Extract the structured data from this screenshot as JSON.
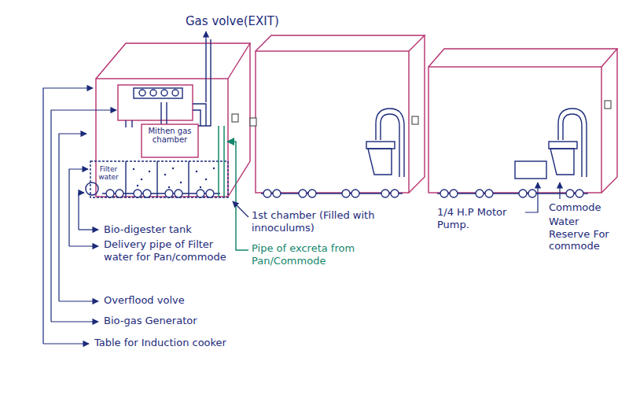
{
  "diagram": {
    "nodes": [
      {
        "text": [
          "Mithen gas chamber"
        ]
      },
      {
        "text": [
          "Filter water"
        ]
      }
    ],
    "labels": [
      "Gas volve(EXIT)",
      "Bio-digester tank",
      "Delivery pipe of Filter water for Pan/commode",
      "Overflood volve",
      "Bio-gas Generator",
      "Table for Induction cooker",
      "1st chamber (Filled with innoculums)",
      "Pipe of excreta from Pan/Commode",
      "1/4 H.P Motor Pump.",
      "Commode",
      "Water Reserve For commode"
    ]
  }
}
